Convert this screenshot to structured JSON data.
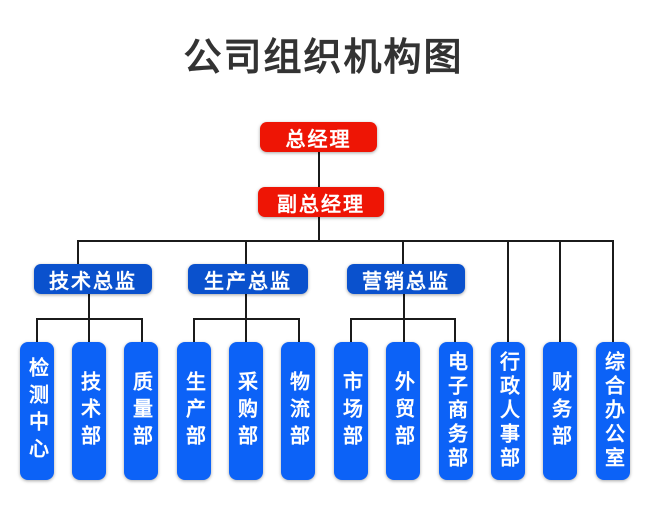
{
  "title": "公司组织机构图",
  "colors": {
    "title_text": "#333333",
    "top_node_red": "#ee1505",
    "director_node_blue": "#0a51cd",
    "department_node_blue": "#0c62f7",
    "connector_line": "#1b1b1b",
    "node_text": "#ffffff",
    "background": "#ffffff"
  },
  "tree": {
    "general_manager": "总经理",
    "deputy_general_manager": "副总经理",
    "branches": [
      {
        "director": "技术总监",
        "departments": [
          "检测中心",
          "技术部",
          "质量部"
        ]
      },
      {
        "director": "生产总监",
        "departments": [
          "生产部",
          "采购部",
          "物流部"
        ]
      },
      {
        "director": "营销总监",
        "departments": [
          "市场部",
          "外贸部",
          "电子商务部"
        ]
      }
    ],
    "direct_departments": [
      "行政人事部",
      "财务部",
      "综合办公室"
    ]
  }
}
